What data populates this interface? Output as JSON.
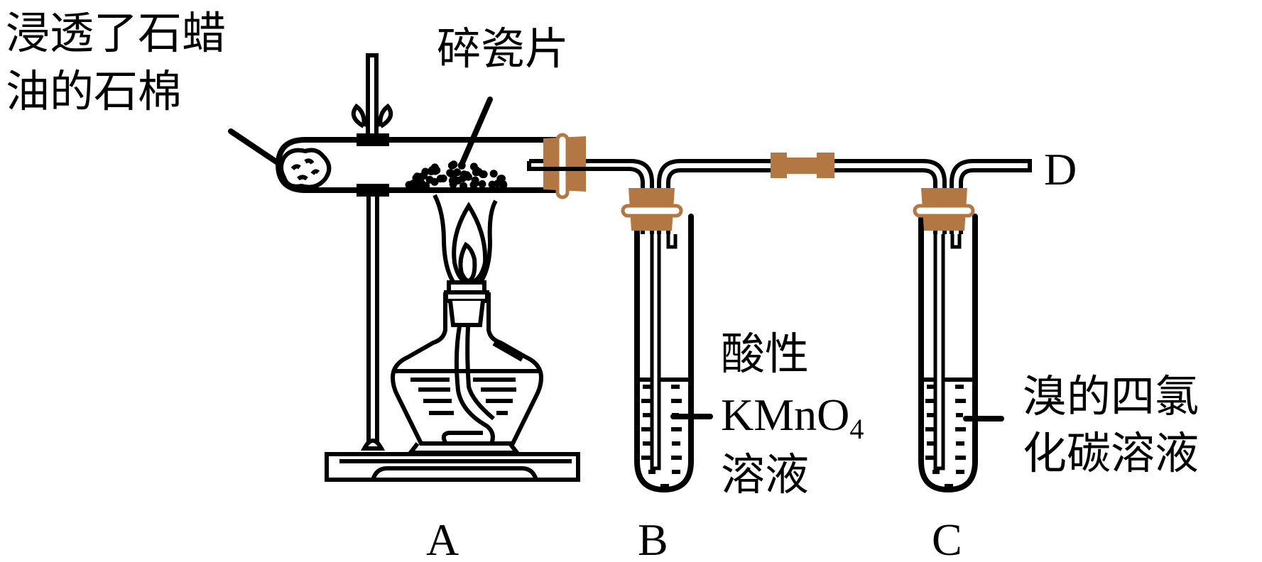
{
  "colors": {
    "line": "#000000",
    "stopper": "#B37744",
    "background": "#FFFFFF"
  },
  "labels": {
    "asbestos_line1": "浸透了石蜡",
    "asbestos_line2": "油的石棉",
    "porcelain": "碎瓷片",
    "outlet": "D",
    "kmno4_line1": "酸性",
    "kmno4_line2": "KMnO",
    "kmno4_sub": "4",
    "kmno4_line3": "溶液",
    "bromine_line1": "溴的四氯",
    "bromine_line2": "化碳溶液",
    "apparatus_a": "A",
    "apparatus_b": "B",
    "apparatus_c": "C"
  },
  "icons": {
    "stand": "iron-stand",
    "burner": "alcohol-lamp",
    "reaction_tube": "horizontal-test-tube",
    "tube_b": "test-tube",
    "tube_c": "test-tube"
  }
}
